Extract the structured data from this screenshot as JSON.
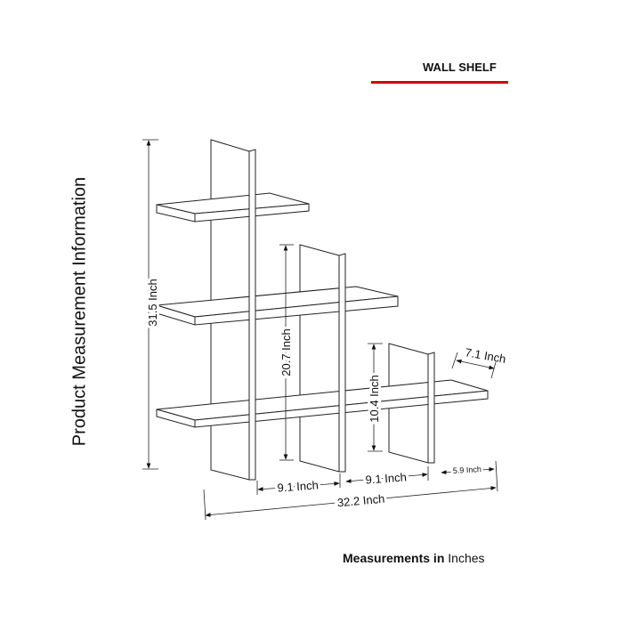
{
  "header": {
    "title": "WALL SHELF",
    "accent_color": "#d40000"
  },
  "side_title": "Product Measurement Information",
  "dimensions": {
    "height": "31.5 Inch",
    "middle_panel_height": "20.7 Inch",
    "small_panel_height": "10.4 Inch",
    "depth": "7.1 Inch",
    "spacing_1": "9.1 Inch",
    "spacing_2": "9.1 Inch",
    "overhang": "5.9 Inch",
    "width": "32.2 Inch"
  },
  "footer": {
    "label_bold": "Measurements in",
    "label_unit": "Inches"
  }
}
